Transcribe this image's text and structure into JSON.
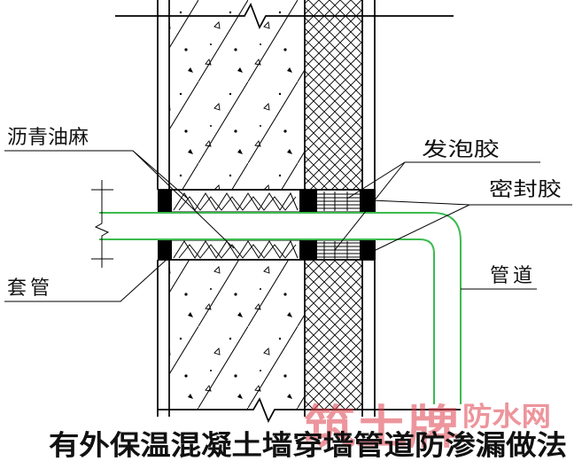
{
  "labels": {
    "asphalt_oakum": "沥青油麻",
    "foam_glue": "发泡胶",
    "sealant": "密封胶",
    "pipe": "管道",
    "sleeve": "套管"
  },
  "caption": "有外保温混凝土墙穿墙管道防渗漏做法",
  "watermark": {
    "brand": "筑土牌",
    "site": "防水网"
  },
  "colors": {
    "pipe": "#3dbb4f",
    "watermark": "#e0404c"
  }
}
